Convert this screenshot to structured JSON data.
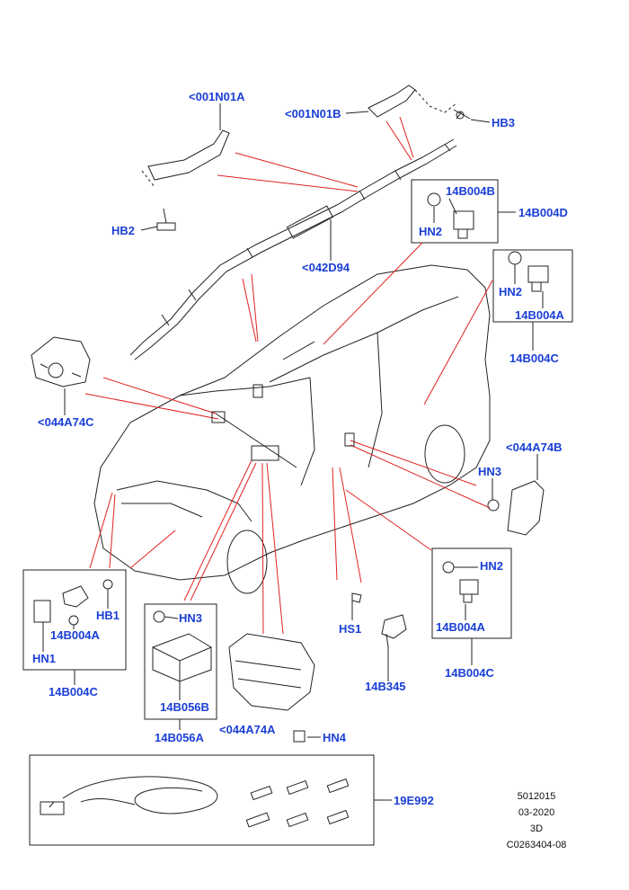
{
  "labels": {
    "p001n01a": "<001N01A",
    "p001n01b": "<001N01B",
    "hb3": "HB3",
    "hb2": "HB2",
    "p042d94": "<042D94",
    "b14b004b": "14B004B",
    "b14b004d": "14B004D",
    "hn2_top": "HN2",
    "hn2_right": "HN2",
    "b14b004a_right": "14B004A",
    "b14b004c_right": "14B004C",
    "p044a74c": "<044A74C",
    "p044a74b": "<044A74B",
    "hn3_right": "HN3",
    "hn2_lower": "HN2",
    "b14b004a_lower": "14B004A",
    "b14b004c_lower": "14B004C",
    "hb1": "HB1",
    "b14b004a_left": "14B004A",
    "hn1": "HN1",
    "b14b004c_left": "14B004C",
    "hn3_mid": "HN3",
    "b14b056b": "14B056B",
    "b14b056a": "14B056A",
    "p044a74a": "<044A74A",
    "hn4": "HN4",
    "hs1": "HS1",
    "b14b345": "14B345",
    "p19e992": "19E992"
  },
  "reference": {
    "line1": "5012015",
    "line2": "03-2020",
    "line3": "3D",
    "line4": "C0263404-08"
  },
  "colors": {
    "label": "#1a3fd6",
    "leader": "#e02020",
    "line": "#222222"
  }
}
